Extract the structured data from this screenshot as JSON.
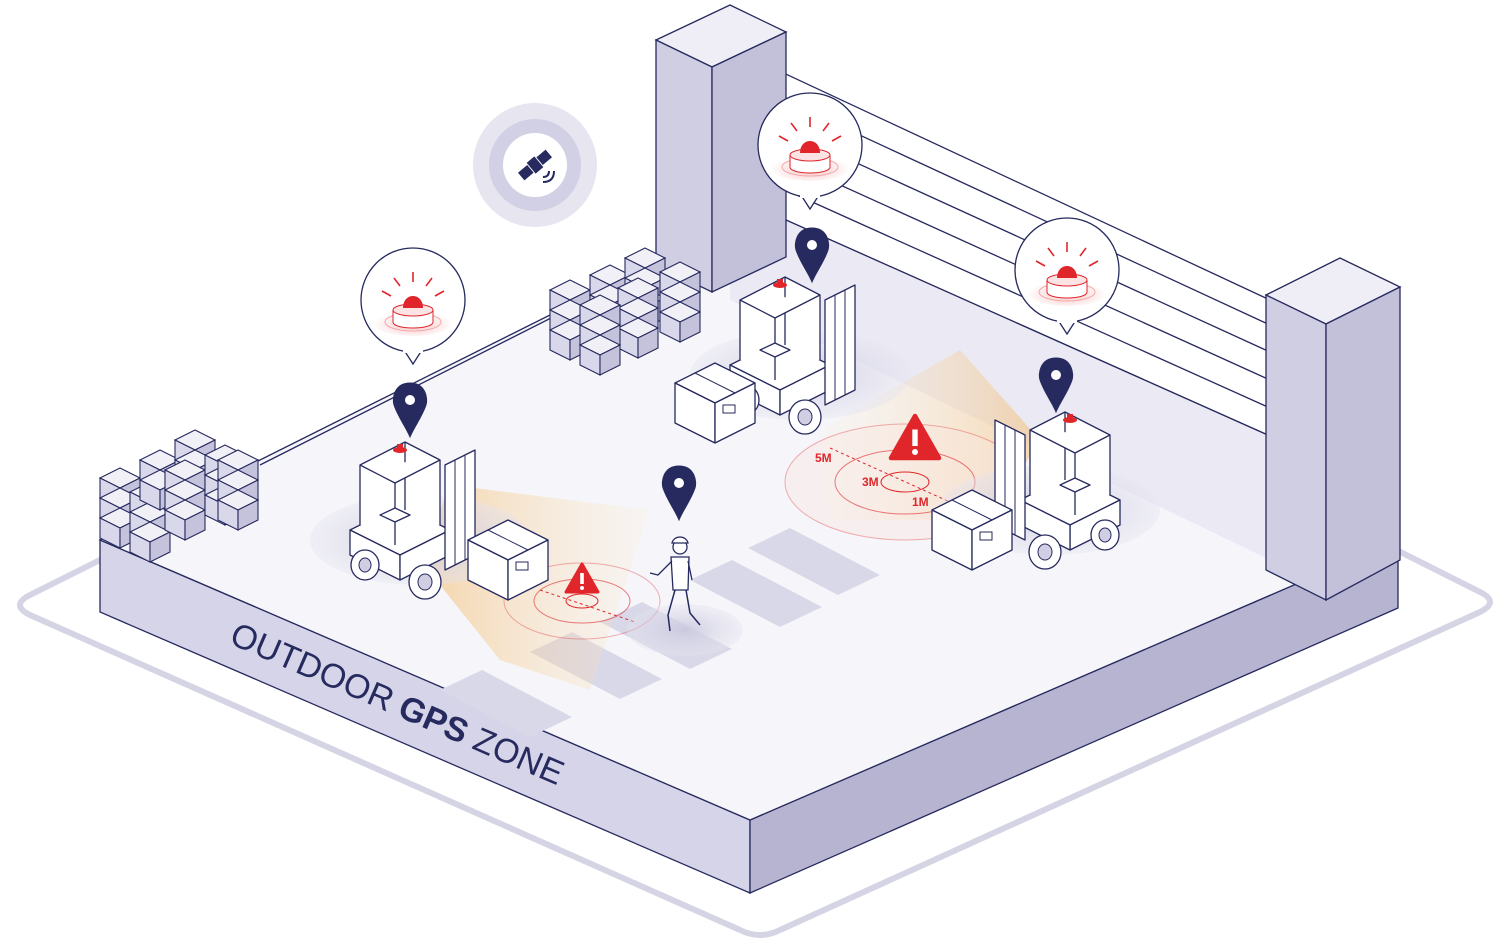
{
  "zone_label": {
    "prefix": "OUTDOOR ",
    "strong": "GPS",
    "suffix": " ZONE"
  },
  "distance_labels": {
    "far": "5M",
    "mid": "3M",
    "near": "1M"
  },
  "icons": {
    "satellite": "satellite-icon",
    "beacon": "warning-beacon-icon",
    "location": "location-pin-icon",
    "warning": "warning-triangle-icon"
  },
  "colors": {
    "navy": "#262a5e",
    "floor": "#f7f7fb",
    "wall": "#d0cee3",
    "wall_dark": "#b3b0cf",
    "alert_red": "#e0262b",
    "proximity_beam": "#f5c98a"
  }
}
